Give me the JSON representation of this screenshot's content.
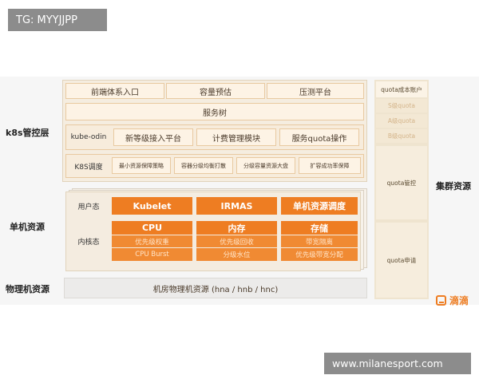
{
  "watermark_top": "TG: MYYJJPP",
  "watermark_bottom": "www.milanesport.com",
  "left_labels": {
    "k8s": "k8s管控层",
    "single": "单机资源",
    "physical": "物理机资源"
  },
  "right_label": "集群资源",
  "top_row": [
    "前端体系入口",
    "容量预估",
    "压测平台"
  ],
  "service_tree": "服务树",
  "kube_odin": {
    "label": "kube-odin",
    "items": [
      "新等级接入平台",
      "计费管理模块",
      "服务quota操作"
    ]
  },
  "k8s_sched": {
    "label": "K8S调度",
    "items": [
      "最小资源保障策略",
      "容器分级均衡打散",
      "分级容量资源大盘",
      "扩容成功率保障"
    ]
  },
  "user_mode": {
    "label": "用户态",
    "items": [
      "Kubelet",
      "IRMAS",
      "单机资源调度"
    ]
  },
  "kernel_mode": {
    "label": "内核态",
    "columns": [
      {
        "title": "CPU",
        "lines": [
          "优先级权重",
          "CPU Burst"
        ]
      },
      {
        "title": "内存",
        "lines": [
          "优先级回收",
          "分级水位"
        ]
      },
      {
        "title": "存储",
        "lines": [
          "带宽隔离",
          "优先级带宽分配"
        ]
      }
    ]
  },
  "physical_bar": "机房物理机资源 (hna / hnb / hnc)",
  "quota_column": {
    "top": "quota成本账户",
    "levels": [
      "S级quota",
      "A级quota",
      "B级quota"
    ],
    "control": "quota管控",
    "apply": "quota申请"
  },
  "logo_text": "滴滴"
}
